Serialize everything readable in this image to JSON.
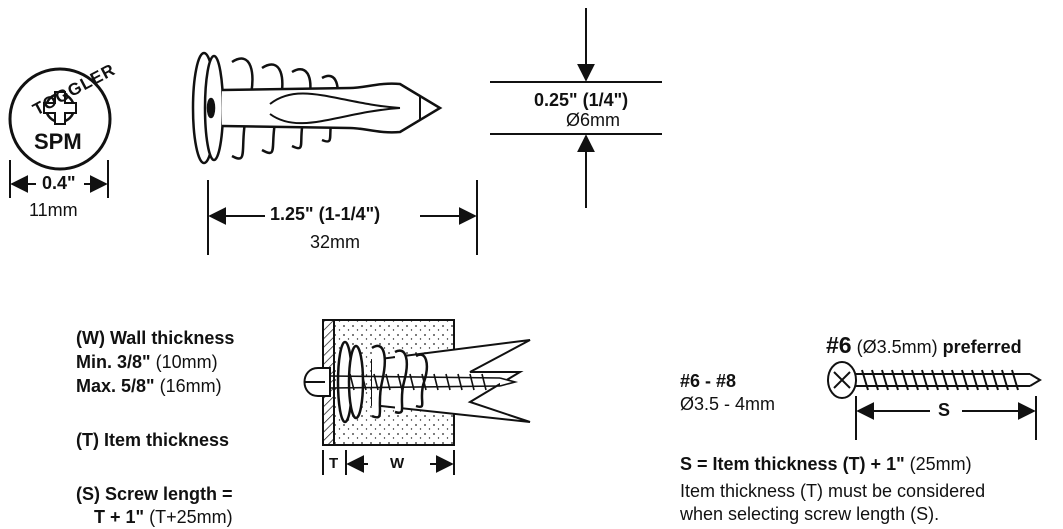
{
  "logo": {
    "brand": "TOGGLER",
    "model": "SPM"
  },
  "head_width": {
    "inch": "0.4\"",
    "mm": "11mm"
  },
  "diameter": {
    "inch": "0.25\" (1/4\")",
    "mm": "Ø6mm"
  },
  "length": {
    "inch": "1.25\" (1-1/4\")",
    "mm": "32mm"
  },
  "wall": {
    "title": "(W) Wall thickness",
    "min_label": "Min. 3/8\"",
    "min_mm": "(10mm)",
    "max_label": "Max. 5/8\"",
    "max_mm": "(16mm)"
  },
  "item": {
    "title": "(T) Item thickness"
  },
  "screw": {
    "title": "(S) Screw length =",
    "formula": "T + 1\"",
    "formula_mm": "(T+25mm)"
  },
  "install_dims": {
    "t": "T",
    "w": "W"
  },
  "screw_size": {
    "range": "#6 - #8",
    "range_mm": "Ø3.5 - 4mm",
    "preferred_num": "#6",
    "preferred_mm": "(Ø3.5mm)",
    "preferred_word": "preferred",
    "s_label": "S"
  },
  "formula": {
    "bold": "S = Item thickness (T) + 1\"",
    "mm": "(25mm)"
  },
  "note": {
    "line1": "Item thickness (T) must be considered",
    "line2": "when selecting screw length (S)."
  }
}
